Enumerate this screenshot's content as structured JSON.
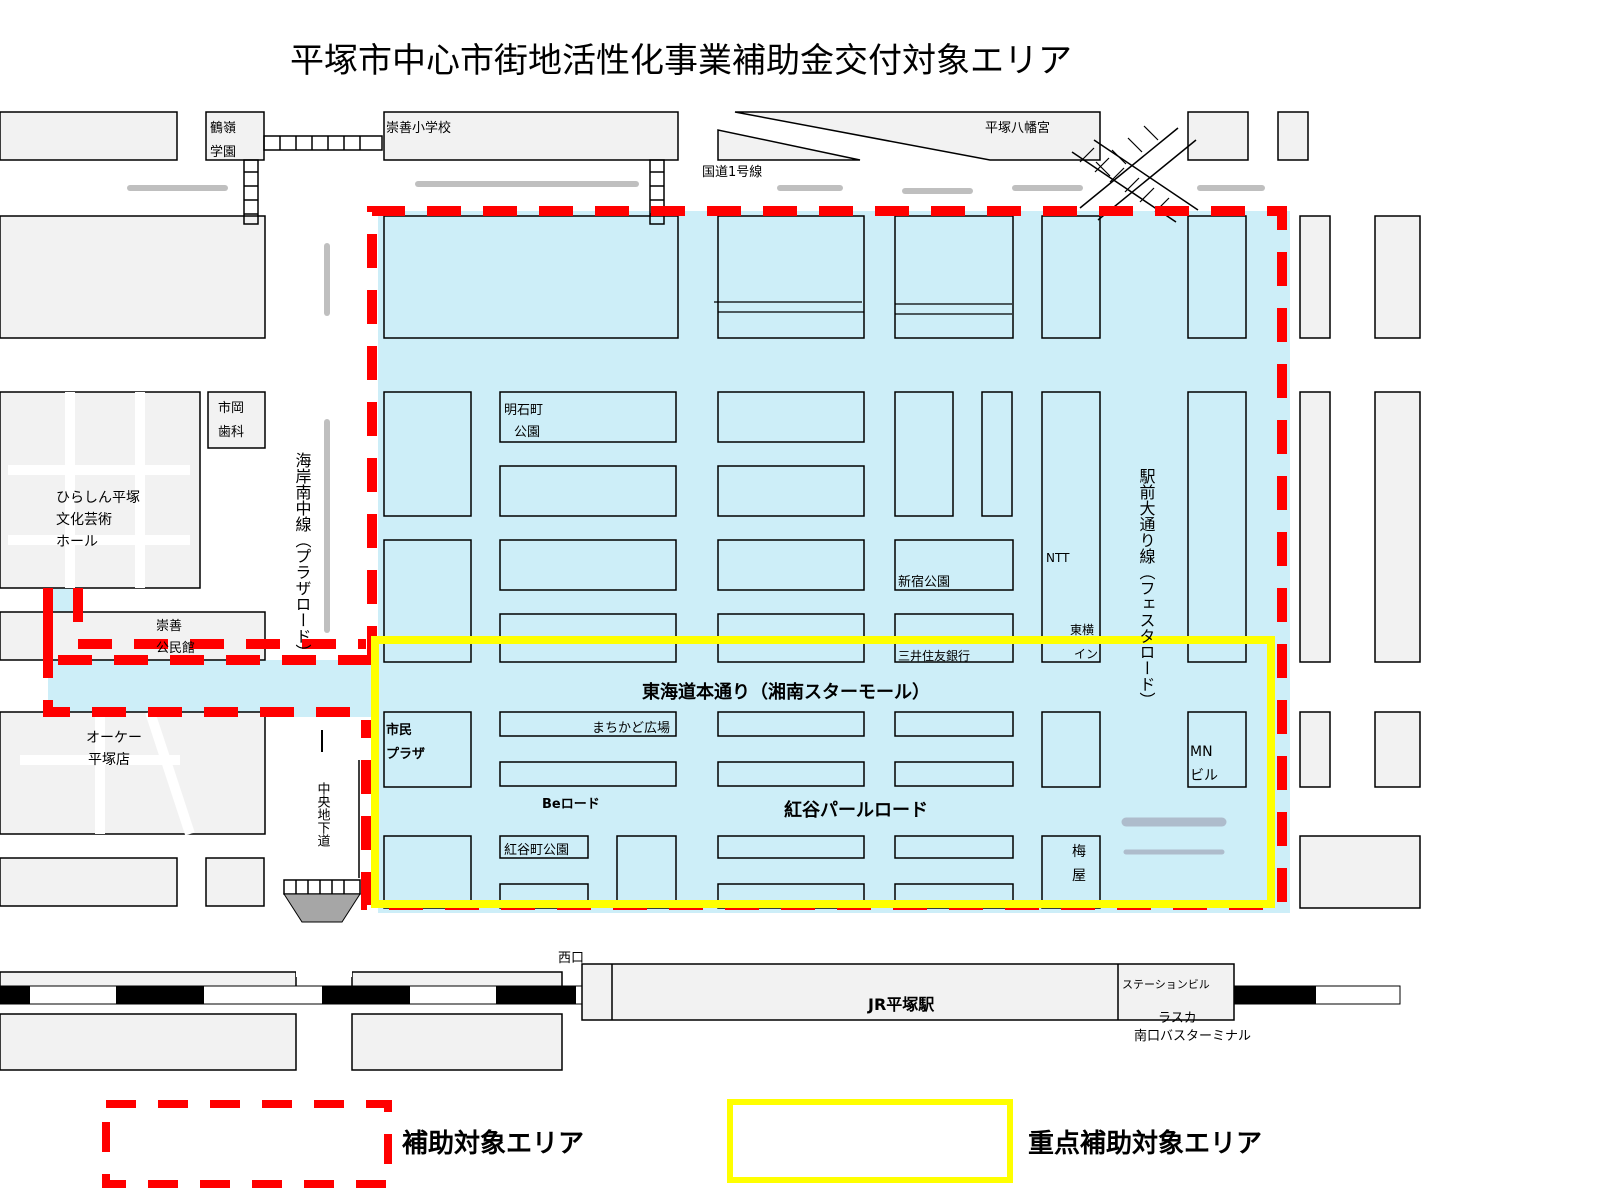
{
  "title": "平塚市中心市街地活性化事業補助金交付対象エリア",
  "labels": {
    "kakurei_1": "鶴嶺",
    "kakurei_2": "学園",
    "suzen_school": "崇善小学校",
    "hachimangu": "平塚八幡宮",
    "route1": "国道1号線",
    "ichioka_1": "市岡",
    "ichioka_2": "歯科",
    "hall_1": "ひらしん平塚",
    "hall_2": "文化芸術",
    "hall_3": "ホール",
    "kominkan_1": "崇善",
    "kominkan_2": "公民館",
    "okay_1": "オーケー",
    "okay_2": "平塚店",
    "kaigan_road": "海岸南中線（プラザロード）",
    "chuo_underpass": "中央地下道",
    "akashi_park_1": "明石町",
    "akashi_park_2": "公園",
    "shinjuku_park": "新宿公園",
    "smbc": "三井住友銀行",
    "ntt": "NTT",
    "toyoko_1": "東横",
    "toyoko_2": "イン",
    "ekimae_road": "駅前大通り線（フェスタロード）",
    "tokaido": "東海道本通り（湘南スターモール）",
    "shimin_1": "市民",
    "shimin_2": "プラザ",
    "machikado": "まちかど広場",
    "be_road": "Beロード",
    "pearl_road": "紅谷パールロード",
    "beniya_park": "紅谷町公園",
    "umeya_1": "梅",
    "umeya_2": "屋",
    "mn_1": "MN",
    "mn_2": "ビル",
    "nishiguchi": "西口",
    "station": "JR平塚駅",
    "station_bldg": "ステーションビル",
    "lasca": "ラスカ",
    "bus_terminal": "南口バスターミナル"
  },
  "legend": {
    "subsidy_area": "補助対象エリア",
    "priority_area": "重点補助対象エリア"
  },
  "colors": {
    "subsidy_border": "#ff0000",
    "priority_border": "#ffff00",
    "area_fill": "#cdeef8",
    "block_fill": "#f2f2f2",
    "block_stroke": "#000000"
  }
}
